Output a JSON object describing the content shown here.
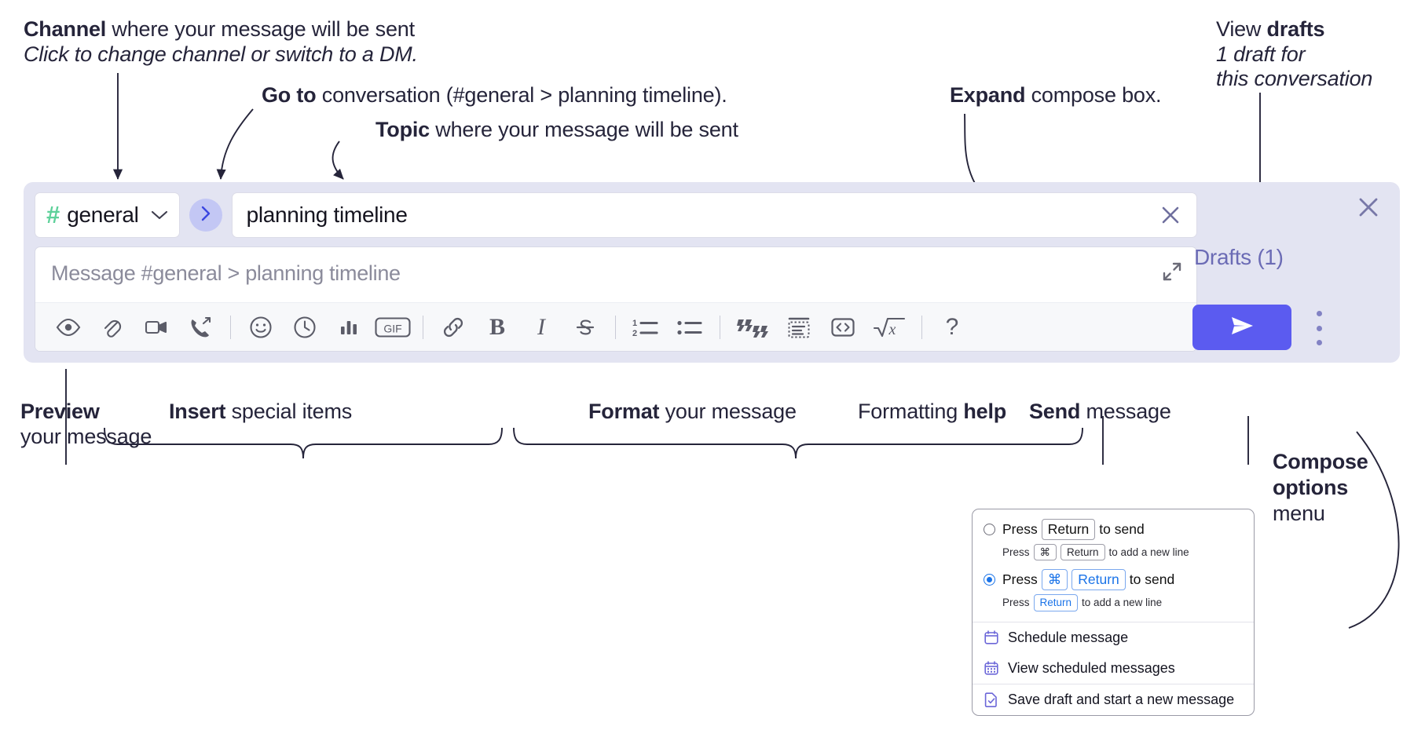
{
  "annotations": {
    "channel": {
      "bold": "Channel",
      "rest": " where your message will be sent",
      "sub": "Click to change channel or switch to a DM."
    },
    "goto": {
      "bold": "Go to",
      "rest": " conversation (#general > planning timeline)."
    },
    "topic": {
      "bold": "Topic",
      "rest": " where your message will be sent"
    },
    "expand": {
      "bold": "Expand",
      "rest": " compose box."
    },
    "drafts": {
      "pre": "View ",
      "bold": "drafts",
      "sub1": "1 draft for",
      "sub2": "this conversation"
    },
    "preview": {
      "bold": "Preview",
      "sub": "your message"
    },
    "insert": {
      "bold": "Insert",
      "rest": " special items"
    },
    "format": {
      "bold": "Format",
      "rest": " your message"
    },
    "help": {
      "pre": "Formatting ",
      "bold": "help"
    },
    "send": {
      "bold": "Send",
      "rest": " message"
    },
    "compose_options": {
      "bold1": "Compose",
      "bold2": "options",
      "rest": "menu"
    }
  },
  "compose": {
    "channel_name": "general",
    "channel_hash": "#",
    "goto_icon": "chevron-right-icon",
    "topic_value": "planning timeline",
    "topic_clear_icon": "close-icon",
    "message_placeholder": "Message #general > planning timeline",
    "expand_icon": "expand-icon",
    "toolbar": [
      {
        "name": "preview-icon",
        "label": "Preview"
      },
      {
        "name": "attachment-icon",
        "label": "Attach file"
      },
      {
        "name": "video-icon",
        "label": "Video clip"
      },
      {
        "name": "audio-call-icon",
        "label": "Audio clip"
      },
      {
        "name": "separator-1",
        "label": ""
      },
      {
        "name": "emoji-icon",
        "label": "Emoji"
      },
      {
        "name": "clock-icon",
        "label": "Reminder"
      },
      {
        "name": "poll-icon",
        "label": "Poll"
      },
      {
        "name": "gif-icon",
        "label": "GIF"
      },
      {
        "name": "separator-2",
        "label": ""
      },
      {
        "name": "link-icon",
        "label": "Link"
      },
      {
        "name": "bold-icon",
        "label": "B"
      },
      {
        "name": "italic-icon",
        "label": "I"
      },
      {
        "name": "strikethrough-icon",
        "label": "S"
      },
      {
        "name": "separator-3",
        "label": ""
      },
      {
        "name": "ordered-list-icon",
        "label": "Ordered list"
      },
      {
        "name": "bulleted-list-icon",
        "label": "Bulleted list"
      },
      {
        "name": "separator-4",
        "label": ""
      },
      {
        "name": "blockquote-icon",
        "label": "Blockquote"
      },
      {
        "name": "code-block-icon",
        "label": "Code block"
      },
      {
        "name": "inline-code-icon",
        "label": "Inline code"
      },
      {
        "name": "latex-icon",
        "label": "LaTeX"
      },
      {
        "name": "separator-5",
        "label": ""
      },
      {
        "name": "help-icon",
        "label": "?"
      }
    ],
    "close_icon": "close-icon",
    "drafts_label": "Drafts (1)",
    "send_icon": "send-icon",
    "kebab_icon": "kebab-menu-icon"
  },
  "popup": {
    "option1": {
      "selected": false,
      "main_pre": "Press",
      "main_key": "Return",
      "main_post": "to send",
      "sub_pre": "Press",
      "sub_key1": "⌘",
      "sub_key2": "Return",
      "sub_post": "to add a new line"
    },
    "option2": {
      "selected": true,
      "main_pre": "Press",
      "main_key1": "⌘",
      "main_key2": "Return",
      "main_post": "to send",
      "sub_pre": "Press",
      "sub_key": "Return",
      "sub_post": "to add a new line"
    },
    "items": [
      {
        "icon": "calendar-schedule-icon",
        "label": "Schedule message"
      },
      {
        "icon": "calendar-grid-icon",
        "label": "View scheduled messages"
      },
      {
        "icon": "save-draft-icon",
        "label": "Save draft and start a new message"
      }
    ]
  },
  "colors": {
    "accent": "#5b5bf0",
    "compose_bg": "#e3e4f2",
    "drafts_text": "#6b6bb5",
    "hash_green": "#5ed19a",
    "goto_bubble": "#c3c7f4",
    "radio_blue": "#1a73e8",
    "menu_icon": "#6b66d8"
  }
}
